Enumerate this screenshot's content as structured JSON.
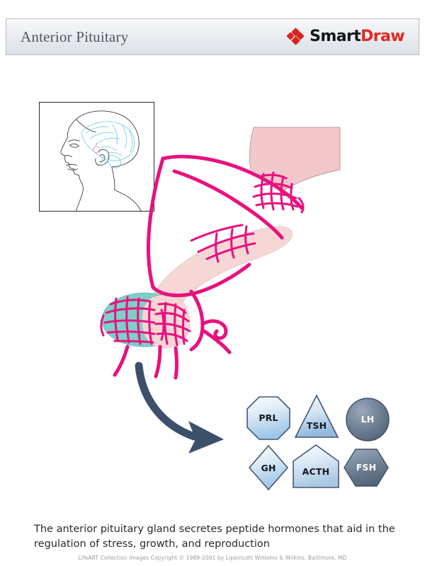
{
  "header": {
    "title": "Anterior Pituitary",
    "logo": {
      "mark_icon": "smartdraw-diamond-icon",
      "text_part1": "Smart",
      "text_part2": "Draw",
      "mark_color": "#d9241f",
      "part1_color": "#14161a",
      "part2_color": "#e02a20"
    },
    "background_color": "#eceef2",
    "border_color": "#b9bcc4",
    "title_color": "#4c5566"
  },
  "illustrations": {
    "head_inset": {
      "name": "head-profile-with-brain",
      "border_color": "#2b2b2b",
      "outline_color": "#3a3a3a",
      "brain_color": "#6ec4e8"
    },
    "pituitary": {
      "name": "pituitary-gland-cross-section",
      "anterior_lobe_color": "#7ecfc8",
      "stalk_color": "#f6d7d6",
      "brain_tissue_color": "#f2c8ca",
      "vessel_color": "#e8117f"
    },
    "arrow": {
      "name": "secretion-arrow",
      "color": "#3d506b",
      "direction": "down-right"
    }
  },
  "hormones": [
    {
      "label": "PRL",
      "shape": "octagon",
      "fill_style": "light-blue-gradient",
      "text_color": "#14161a",
      "fill_top": "#f4fbff",
      "fill_bottom": "#9cc6e8",
      "stroke": "#4a5a78"
    },
    {
      "label": "TSH",
      "shape": "triangle",
      "fill_style": "light-blue-gradient",
      "text_color": "#14161a",
      "fill_top": "#eef6fc",
      "fill_bottom": "#8fb9dd",
      "stroke": "#4a5a78"
    },
    {
      "label": "LH",
      "shape": "circle",
      "fill_style": "gray-blue-gradient",
      "text_color": "#ffffff",
      "fill_top": "#8d9cb0",
      "fill_bottom": "#55667c",
      "stroke": "#3f4e62"
    },
    {
      "label": "GH",
      "shape": "diamond",
      "fill_style": "light-blue-gradient",
      "text_color": "#14161a",
      "fill_top": "#f4fbff",
      "fill_bottom": "#9cc6e8",
      "stroke": "#4a5a78"
    },
    {
      "label": "ACTH",
      "shape": "pentagon",
      "fill_style": "light-blue-gradient",
      "text_color": "#14161a",
      "fill_top": "#f0f7fc",
      "fill_bottom": "#a8c8e2",
      "stroke": "#4a5a78"
    },
    {
      "label": "FSH",
      "shape": "hexagon",
      "fill_style": "gray-blue-gradient",
      "text_color": "#ffffff",
      "fill_top": "#8d9cb0",
      "fill_bottom": "#55667c",
      "stroke": "#3f4e62"
    }
  ],
  "caption": {
    "text": "The anterior pituitary gland secretes peptide hormones that aid in the regulation of stress, growth, and reproduction"
  },
  "credit": {
    "text": "LifeART Collection Images Copyright © 1989-2001 by Lippincott Williams & Wilkins, Baltimore, MD"
  }
}
